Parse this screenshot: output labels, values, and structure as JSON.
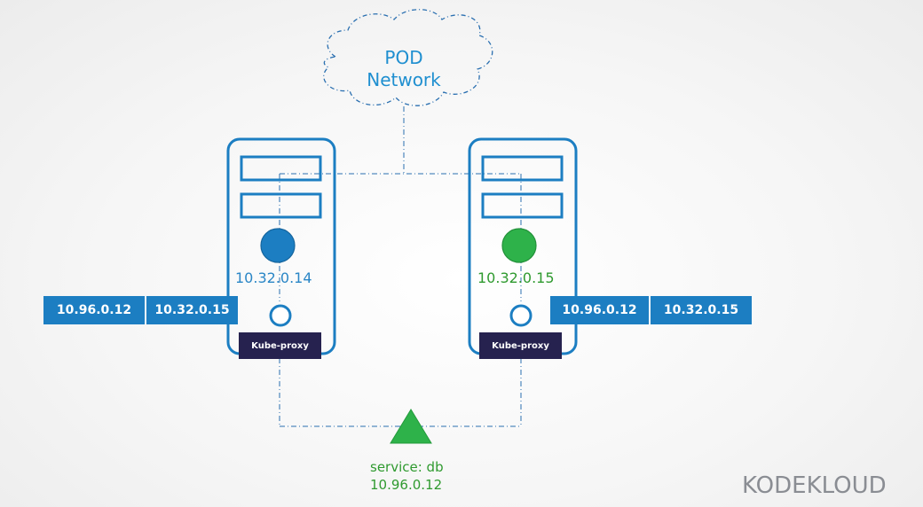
{
  "cloud": {
    "line1": "POD",
    "line2": "Network"
  },
  "nodes": [
    {
      "pod_ip": "10.32.0.14",
      "pod_color": "#1c7ec2",
      "kube_proxy_label": "Kube-proxy",
      "rule": {
        "service_ip": "10.96.0.12",
        "pod_ip": "10.32.0.15"
      }
    },
    {
      "pod_ip": "10.32.0.15",
      "pod_color": "#2eb24a",
      "kube_proxy_label": "Kube-proxy",
      "rule": {
        "service_ip": "10.96.0.12",
        "pod_ip": "10.32.0.15"
      }
    }
  ],
  "service": {
    "name": "service: db",
    "ip": "10.96.0.12",
    "color": "#2eb24a"
  },
  "logo": {
    "left": "K",
    "word1": "ODE",
    "mid": "K",
    "word2": "LOUD"
  },
  "colors": {
    "accent": "#1c7ec2",
    "dark": "#26224f",
    "line": "#2a6fb0"
  }
}
